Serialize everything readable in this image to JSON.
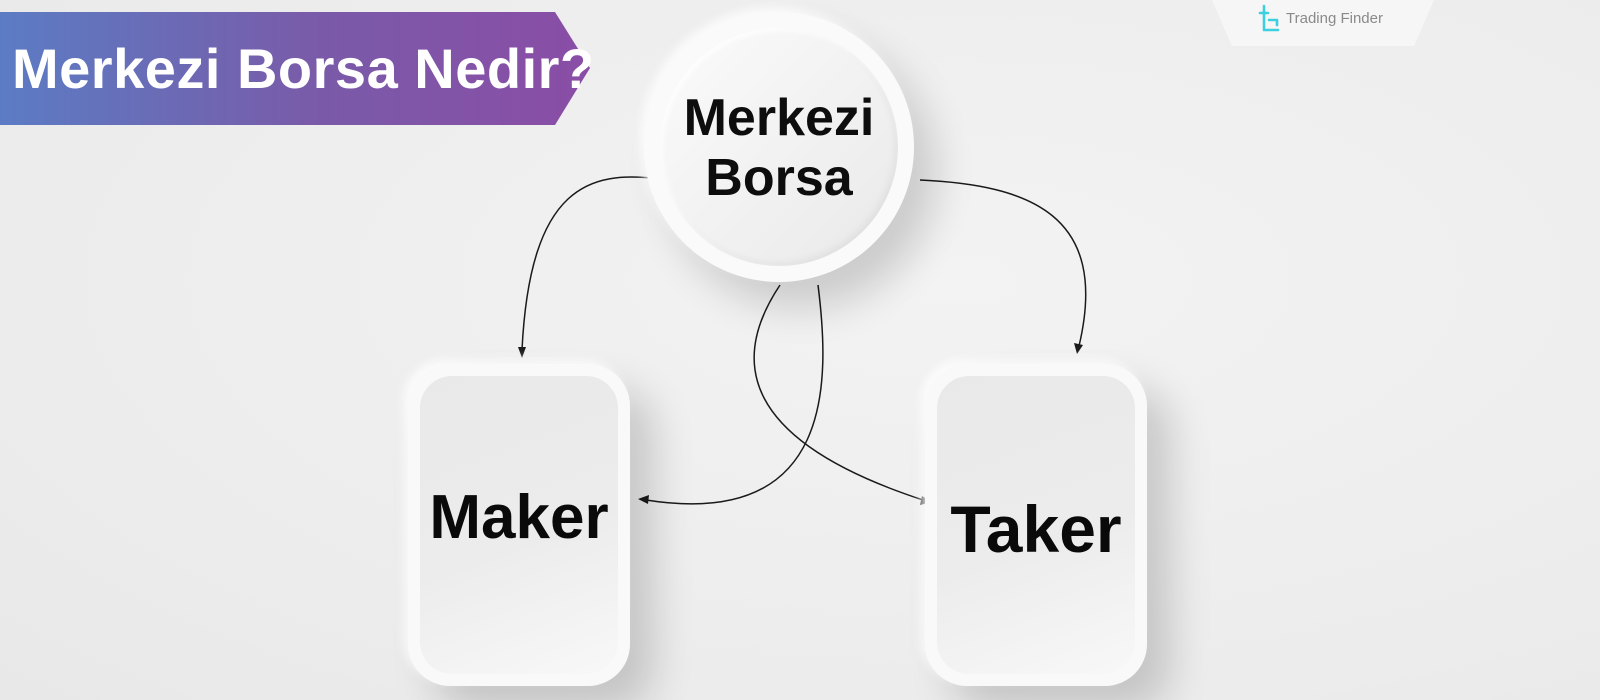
{
  "title": "Merkezi Borsa Nedir?",
  "brand": {
    "name": "Trading Finder",
    "icon": "trading-finder-logo-icon",
    "color": "#3ccfe0"
  },
  "hub": {
    "label": "Merkezi\nBorsa"
  },
  "nodes": {
    "maker": {
      "label": "Maker"
    },
    "taker": {
      "label": "Taker"
    }
  },
  "colors": {
    "banner_start": "#5b7cc4",
    "banner_end": "#8a4da6",
    "background": "#efefef",
    "text": "#0d0d0d"
  }
}
